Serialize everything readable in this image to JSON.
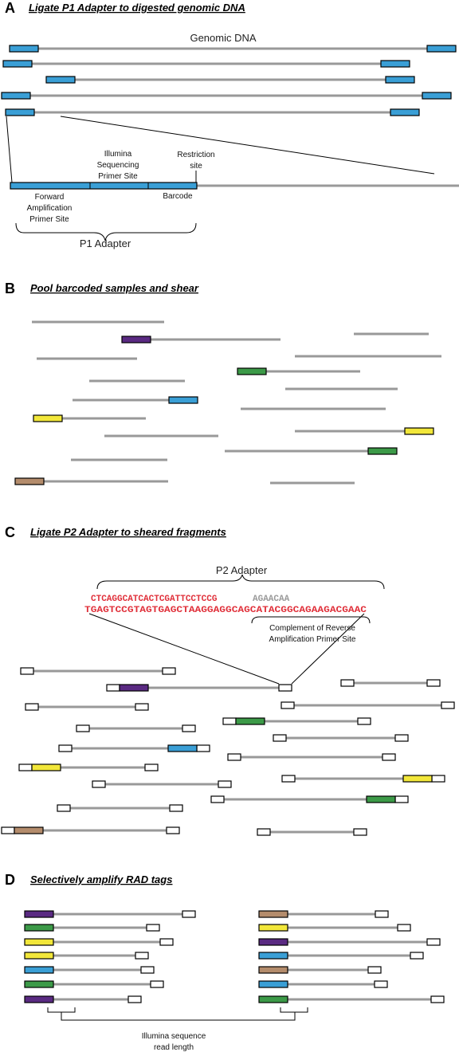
{
  "colors": {
    "dna": "#999999",
    "blue": "#3a9fd6",
    "purple": "#5a2a82",
    "green": "#3c9a48",
    "yellow": "#f2e73a",
    "tan": "#b48c6c",
    "white": "#ffffff",
    "seq_red": "#e0303a",
    "seq_gray": "#9a9a9a"
  },
  "sections": {
    "a": {
      "letter": "A",
      "title": "Ligate P1 Adapter to digested genomic DNA"
    },
    "b": {
      "letter": "B",
      "title": "Pool barcoded samples and shear"
    },
    "c": {
      "letter": "C",
      "title": "Ligate P2 Adapter to sheared fragments"
    },
    "d": {
      "letter": "D",
      "title": "Selectively amplify RAD tags"
    }
  },
  "labels": {
    "genomic_dna": "Genomic DNA",
    "illumina_1": "Illumina",
    "illumina_2": "Sequencing",
    "illumina_3": "Primer Site",
    "restriction_1": "Restriction",
    "restriction_2": "site",
    "forward_1": "Forward",
    "forward_2": "Amplification",
    "forward_3": "Primer Site",
    "barcode": "Barcode",
    "p1_adapter": "P1 Adapter",
    "p2_adapter": "P2 Adapter",
    "seq_top_red": "CTCAGGCATCACTCGATTCCTCCG",
    "seq_top_gray": "AGAACAA",
    "seq_bottom": "TGAGTCCGTAGTGAGCTAAGGAGGCAGCATACGGCAGAAGACGAAC",
    "complement_1": "Complement of Reverse",
    "complement_2": "Amplification Primer Site",
    "illumina_read_1": "Illumina sequence",
    "illumina_read_2": "read length"
  }
}
